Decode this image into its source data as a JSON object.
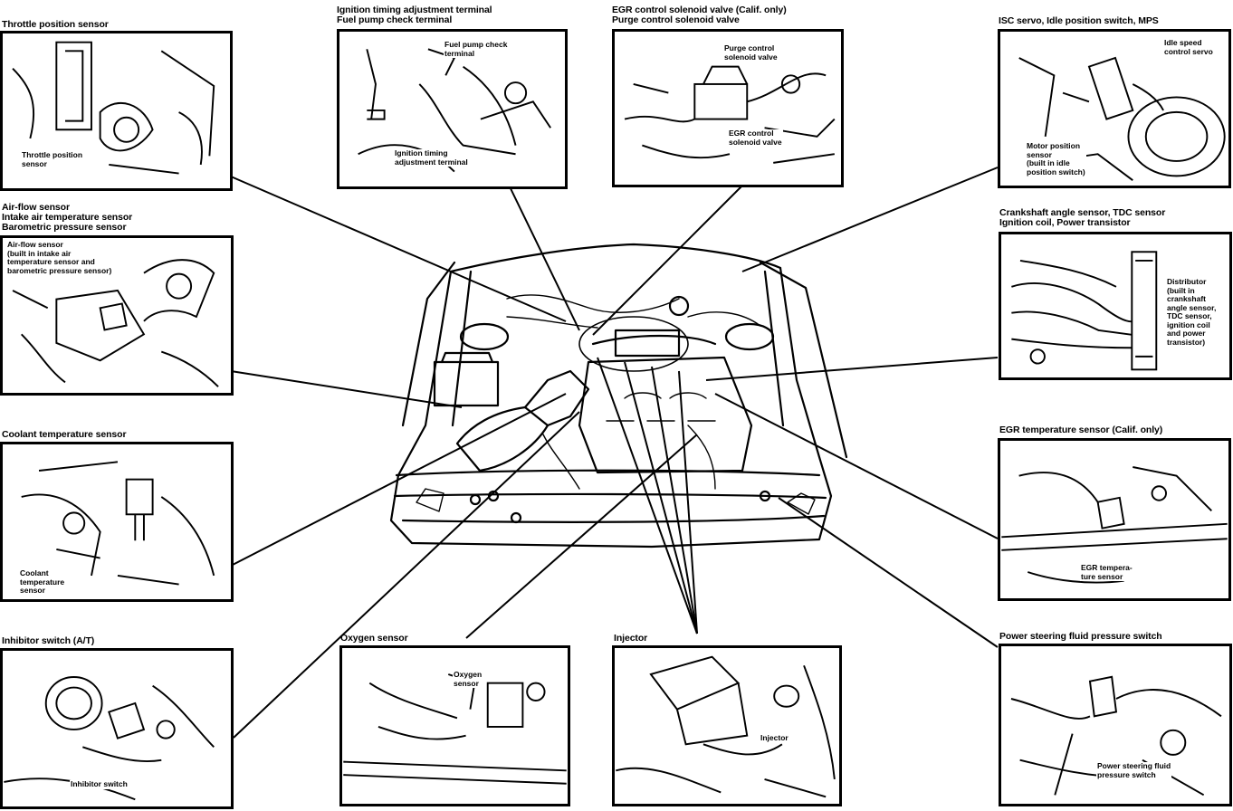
{
  "panels": {
    "tps": {
      "title": "Throttle position sensor",
      "callouts": [
        "Throttle position\nsensor"
      ]
    },
    "ign": {
      "title": "Ignition timing adjustment terminal\nFuel pump check terminal",
      "callouts": [
        "Fuel pump check\nterminal",
        "Ignition timing\nadjustment terminal"
      ]
    },
    "egr": {
      "title": "EGR control solenoid valve (Calif. only)\nPurge control solenoid valve",
      "callouts": [
        "Purge control\nsolenoid valve",
        "EGR control\nsolenoid valve"
      ]
    },
    "isc": {
      "title": "ISC servo, Idle position switch, MPS",
      "callouts": [
        "Idle speed\ncontrol servo",
        "Motor position\nsensor\n(built in idle\nposition switch)"
      ]
    },
    "afs": {
      "title": "Air-flow sensor\nIntake air temperature sensor\nBarometric pressure sensor",
      "callouts": [
        "Air-flow sensor\n(built in intake air\ntemperature sensor and\nbarometric pressure sensor)"
      ]
    },
    "cas": {
      "title": "Crankshaft angle sensor, TDC sensor\nIgnition coil, Power transistor",
      "callouts": [
        "Distributor\n(built in\ncrankshaft\nangle sensor,\nTDC sensor,\nignition coil\nand power\ntransistor)"
      ]
    },
    "cts": {
      "title": "Coolant temperature sensor",
      "callouts": [
        "Coolant\ntemperature\nsensor"
      ]
    },
    "egrt": {
      "title": "EGR temperature sensor (Calif. only)",
      "callouts": [
        "EGR tempera-\nture sensor"
      ]
    },
    "inh": {
      "title": "Inhibitor switch (A/T)",
      "callouts": [
        "Inhibitor switch"
      ]
    },
    "o2": {
      "title": "Oxygen sensor",
      "callouts": [
        "Oxygen\nsensor"
      ]
    },
    "inj": {
      "title": "Injector",
      "callouts": [
        "Injector"
      ]
    },
    "ps": {
      "title": "Power steering fluid pressure switch",
      "callouts": [
        "Power steering fluid\npressure switch"
      ]
    }
  }
}
